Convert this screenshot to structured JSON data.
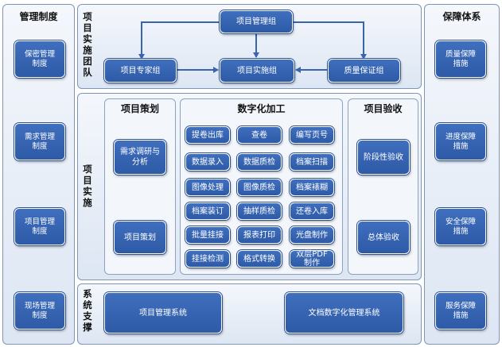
{
  "left_panel": {
    "title": "管理制度",
    "items": [
      "保密管理\n制度",
      "需求管理\n制度",
      "项目管理\n制度",
      "现场管理\n制度"
    ]
  },
  "right_panel": {
    "title": "保障体系",
    "items": [
      "质量保障\n措施",
      "进度保障\n措施",
      "安全保障\n措施",
      "服务保障\n措施"
    ]
  },
  "team": {
    "label": "项目实施团队",
    "manager": "项目管理组",
    "expert": "项目专家组",
    "implement": "项目实施组",
    "quality": "质量保证组"
  },
  "impl": {
    "label": "项目实施",
    "planning": {
      "title": "项目策划",
      "items": [
        "需求调研与\n分析",
        "项目策划"
      ]
    },
    "digitize": {
      "title": "数字化加工",
      "items": [
        "提卷出库",
        "查卷",
        "编写页号",
        "数据录入",
        "数据质检",
        "档案扫描",
        "图像处理",
        "图像质检",
        "档案裱糊",
        "档案装订",
        "抽样质检",
        "还卷入库",
        "批量挂接",
        "报表打印",
        "光盘制作",
        "挂接检测",
        "格式转换",
        "双层PDF\n制作"
      ]
    },
    "acceptance": {
      "title": "项目验收",
      "items": [
        "阶段性验收",
        "总体验收"
      ]
    }
  },
  "support": {
    "label": "系统支撑",
    "items": [
      "项目管理系统",
      "文档数字化管理系统"
    ]
  }
}
